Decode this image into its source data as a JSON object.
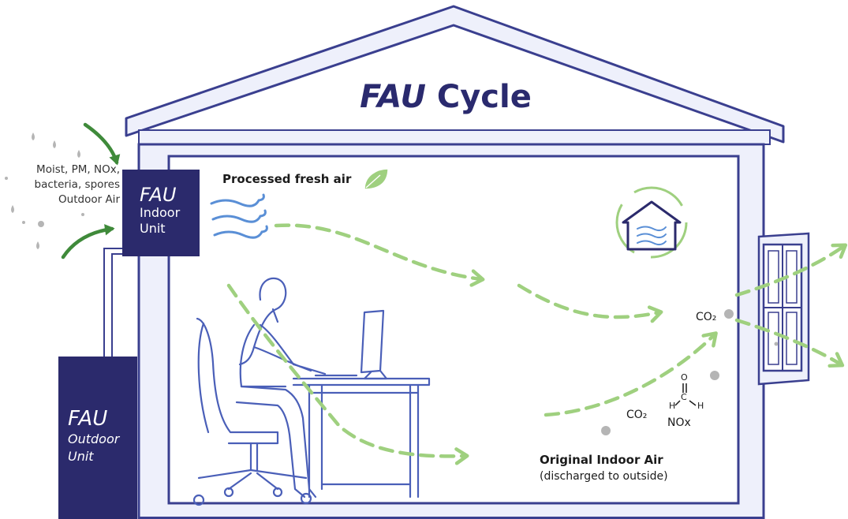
{
  "title": {
    "abbr": "FAU",
    "rest": " Cycle"
  },
  "outdoor_air": {
    "line1": "Moist, PM, NOx,",
    "line2": "bacteria, spores",
    "line3": "Outdoor Air"
  },
  "indoor_unit": {
    "title": "FAU",
    "line1": "Indoor",
    "line2": "Unit"
  },
  "outdoor_unit": {
    "title": "FAU",
    "line1": "Outdoor",
    "line2": "Unit"
  },
  "processed_air_label": "Processed fresh air",
  "original_air": {
    "label": "Original Indoor Air",
    "note": "(discharged to outside)"
  },
  "chemistry": {
    "co2_window": "CO₂",
    "co2_floor": "CO₂",
    "nox": "NOx",
    "atom_o": "O",
    "atom_c": "C",
    "atom_h1": "H",
    "atom_h2": "H"
  },
  "colors": {
    "navy": "#2b2a6c",
    "outline": "#3a3f8f",
    "wall_fill": "#eef0fb",
    "fresh_arrow": "#9fd07f",
    "green_arrow": "#3f8a3a",
    "particle": "#b5b5b5",
    "breeze": "#5a8fd6"
  },
  "icons": [
    "recycle-house-icon",
    "leaf-icon",
    "breeze-icon",
    "formaldehyde-molecule-icon",
    "particle-icon"
  ]
}
